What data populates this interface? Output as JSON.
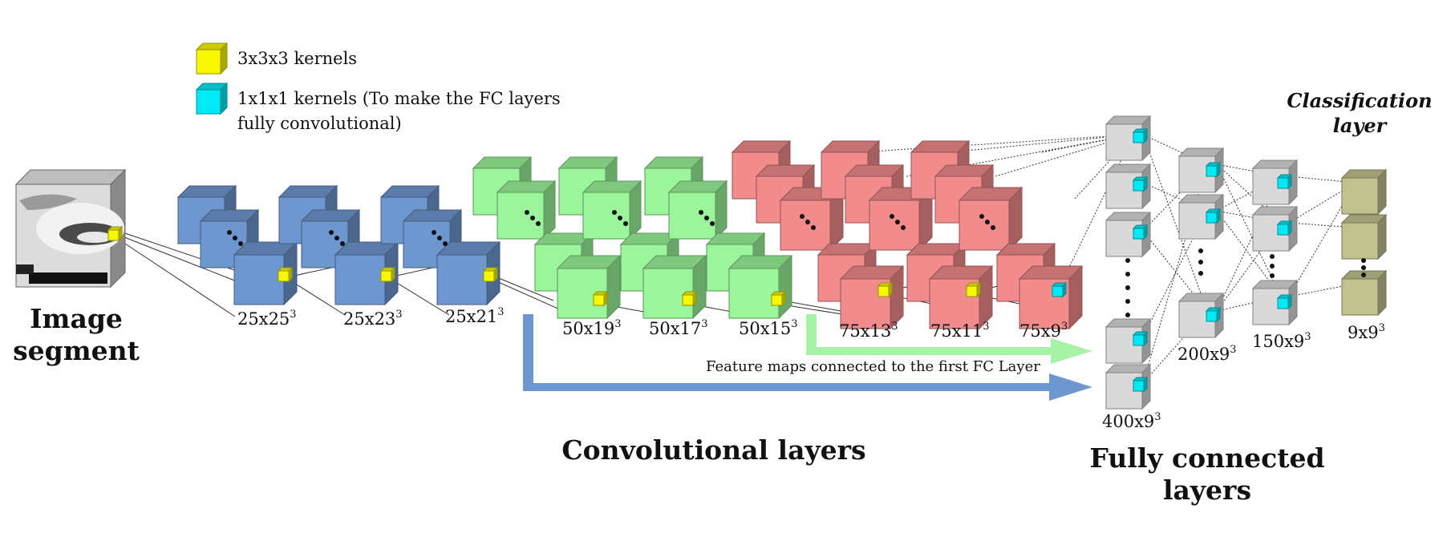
{
  "legend": {
    "kernel3": {
      "text": "3x3x3 kernels",
      "color": "#f7f700"
    },
    "kernel1": {
      "line1": "1x1x1 kernels (To make the FC layers",
      "line2": "fully convolutional)",
      "color": "#00eaf5"
    }
  },
  "input": {
    "line1": "Image",
    "line2": "segment"
  },
  "conv_dims": [
    {
      "base": "25x25",
      "exp": "3"
    },
    {
      "base": "25x23",
      "exp": "3"
    },
    {
      "base": "25x21",
      "exp": "3"
    },
    {
      "base": "50x19",
      "exp": "3"
    },
    {
      "base": "50x17",
      "exp": "3"
    },
    {
      "base": "50x15",
      "exp": "3"
    },
    {
      "base": "75x13",
      "exp": "3"
    },
    {
      "base": "75x11",
      "exp": "3"
    },
    {
      "base": "75x9",
      "exp": "3"
    }
  ],
  "fc_dims": [
    {
      "base": "400x9",
      "exp": "3"
    },
    {
      "base": "200x9",
      "exp": "3"
    },
    {
      "base": "150x9",
      "exp": "3"
    },
    {
      "base": "9x9",
      "exp": "3"
    }
  ],
  "feature_maps_note": "Feature maps connected to the first FC Layer",
  "sections": {
    "conv": "Convolutional layers",
    "fc_line1": "Fully connected",
    "fc_line2": "layers",
    "cls_line1": "Classification",
    "cls_line2": "layer"
  },
  "colors": {
    "conv_blue": "#6f97cf",
    "conv_green": "#9bf59b",
    "conv_red": "#f28b8b",
    "fc_gray": "#d9d9d9",
    "cls_olive": "#c2c290",
    "arrow_blue": "#6f97cf",
    "arrow_green": "#a8f2a8"
  }
}
